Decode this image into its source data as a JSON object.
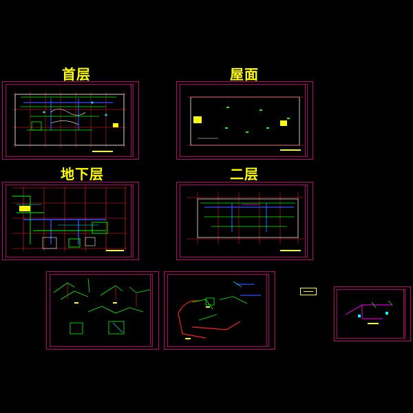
{
  "titles": {
    "first_floor": "首层",
    "roof": "屋面",
    "basement": "地下层",
    "second_floor": "二层"
  },
  "colors": {
    "background": "#000000",
    "title": "#ffff00",
    "frame": "#c0006f",
    "grid": "#ff2020",
    "wall": "#ffffff",
    "pipe_green": "#00ff00",
    "pipe_blue": "#3050ff",
    "pipe_cyan": "#00ffff",
    "pipe_magenta": "#ff00ff"
  }
}
